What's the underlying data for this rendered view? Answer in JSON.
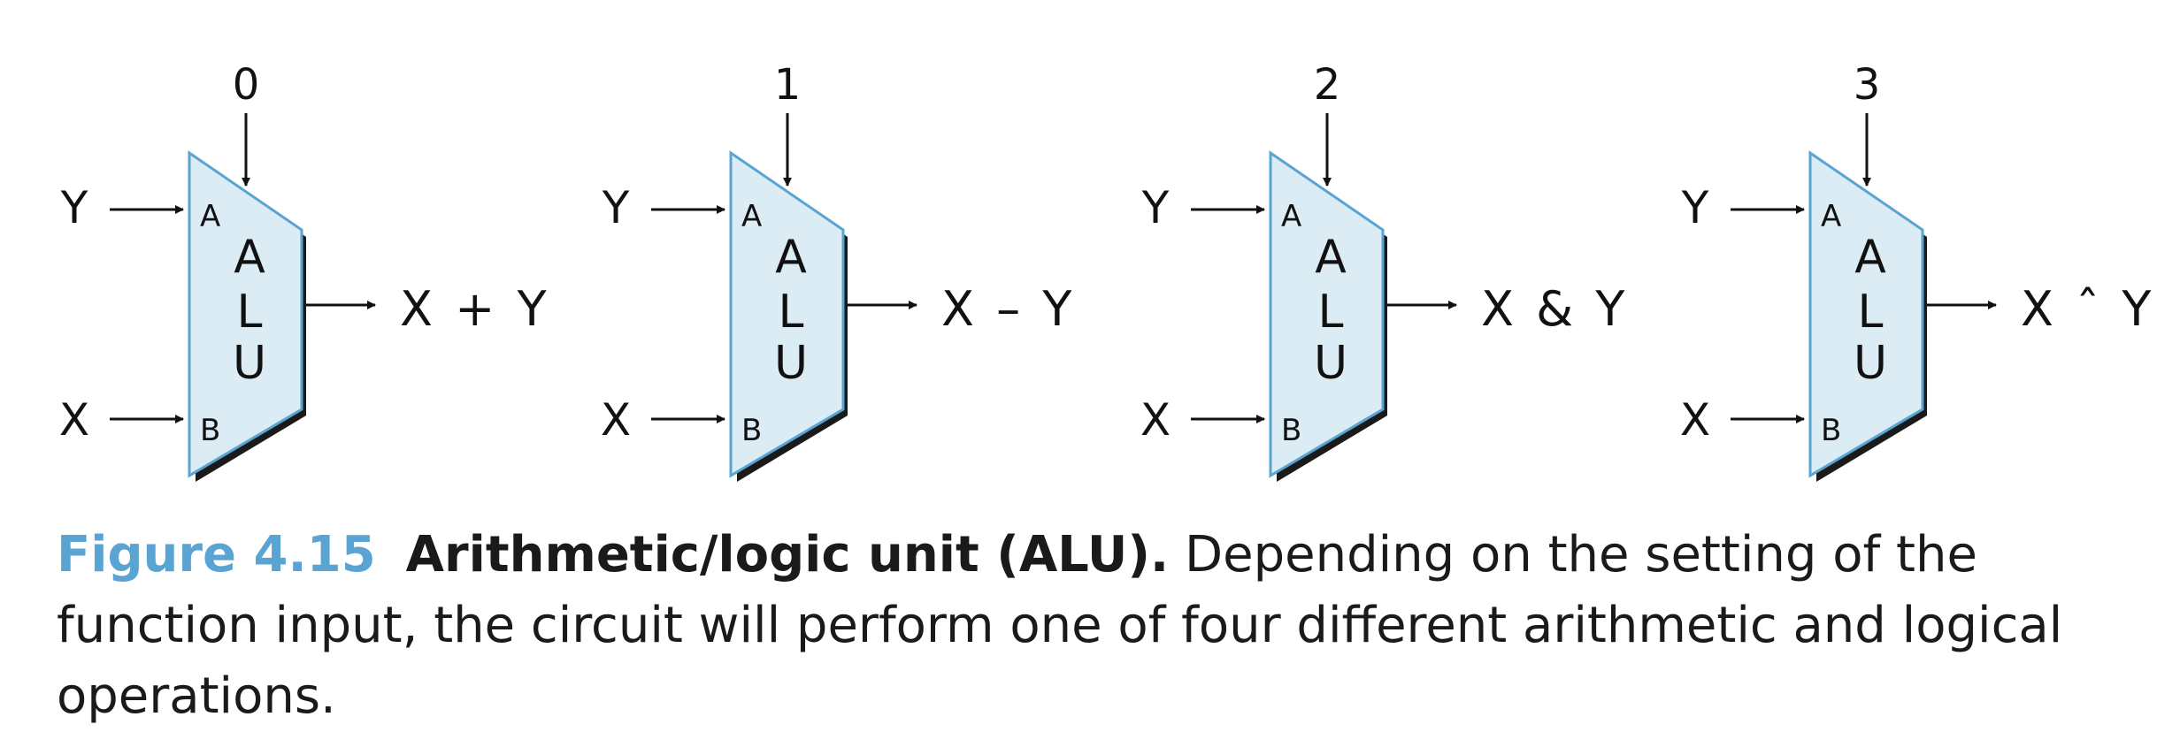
{
  "colors": {
    "alu_fill": "#dbecf4",
    "alu_stroke": "#5aa4d3",
    "shadow": "#1a1a1a",
    "caption_figure": "#5aa4d3"
  },
  "alus": [
    {
      "function_code": "0",
      "input_a": "Y",
      "input_b": "X",
      "port_a": "A",
      "port_b": "B",
      "body_letters": [
        "A",
        "L",
        "U"
      ],
      "output": "X + Y"
    },
    {
      "function_code": "1",
      "input_a": "Y",
      "input_b": "X",
      "port_a": "A",
      "port_b": "B",
      "body_letters": [
        "A",
        "L",
        "U"
      ],
      "output": "X – Y"
    },
    {
      "function_code": "2",
      "input_a": "Y",
      "input_b": "X",
      "port_a": "A",
      "port_b": "B",
      "body_letters": [
        "A",
        "L",
        "U"
      ],
      "output": "X & Y"
    },
    {
      "function_code": "3",
      "input_a": "Y",
      "input_b": "X",
      "port_a": "A",
      "port_b": "B",
      "body_letters": [
        "A",
        "L",
        "U"
      ],
      "output": "X ˆ Y"
    }
  ],
  "caption": {
    "figure_label": "Figure 4.15",
    "title": "Arithmetic/logic unit (ALU).",
    "text": " Depending on the setting of the function input, the circuit will perform one of four different arithmetic and logical operations."
  }
}
